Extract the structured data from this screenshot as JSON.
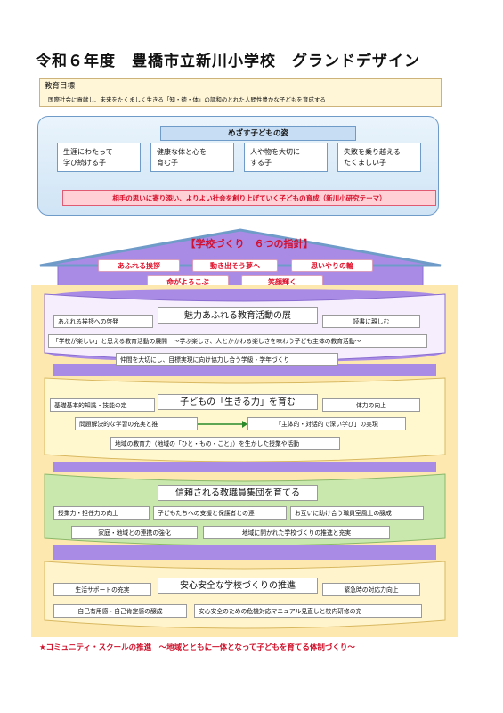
{
  "title": "令和６年度　豊橋市立新川小学校　グランドデザイン",
  "goal": {
    "label": "教育目標",
    "text": "国際社会に貢献し、未来をたくましく生きる「知・徳・体」の調和のとれた人間性豊かな子どもを育成する"
  },
  "child_vision": {
    "title": "めざす子どもの姿",
    "items": [
      "生涯にわたって\n学び続ける子",
      "健康な体と心を\n育む子",
      "人や物を大切に\nする子",
      "失敗を乗り越える\nたくましい子"
    ],
    "research": "相手の思いに寄り添い、よりよい社会を創り上げていく子どもの育成（新川小研究テーマ）"
  },
  "school": {
    "title": "【学校づくり　６つの指針】",
    "principles": [
      "あふれる挨拶",
      "動き出そう夢へ",
      "思いやりの輪",
      "命がよろこぶ",
      "笑顔輝く"
    ]
  },
  "bands": [
    {
      "title": "魅力あふれる教育活動の展",
      "items": [
        "あふれる挨拶への啓発",
        "読書に親しむ",
        "「学校が楽しい」と思える教育活動の展開　～学ぶ楽しさ、人とかかわる楽しさを味わう子ども主体の教育活動～",
        "仲間を大切にし、目標実現に向け協力し合う学級・学年づくり"
      ]
    },
    {
      "title": "子どもの「生きる力」を育む",
      "items": [
        "基礎基本的知識・技能の定",
        "体力の向上",
        "問題解決的な学習の充実と推",
        "「主体的・対話的で深い学び」の実現",
        "地域の教育力（地域の「ひと・もの・こと」）を生かした授業や活動"
      ]
    },
    {
      "title": "信頼される教職員集団を育てる",
      "items": [
        "授業力・担任力の向上",
        "子どもたちへの支援と保護者との連",
        "お互いに助け合う職員室風土の醸成",
        "家庭・地域との連携の強化",
        "地域に開かれた学校づくりの推進と充実"
      ]
    },
    {
      "title": "安心安全な学校づくりの推進",
      "items": [
        "生活サポートの充実",
        "緊急時の対応力向上",
        "自己有用感・自己肯定感の醸成",
        "安心安全のための危機対応マニュアル見直しと校内研修の充"
      ]
    }
  ],
  "footer": "★コミュニティ・スクールの推進　～地域とともに一体となって子どもを育てる体制づくり～",
  "colors": {
    "purple": "#a98be6",
    "cream": "#fde9b0",
    "green": "#bfe3a0",
    "sky": "#cfe4f5",
    "red": "#d80f2a"
  }
}
